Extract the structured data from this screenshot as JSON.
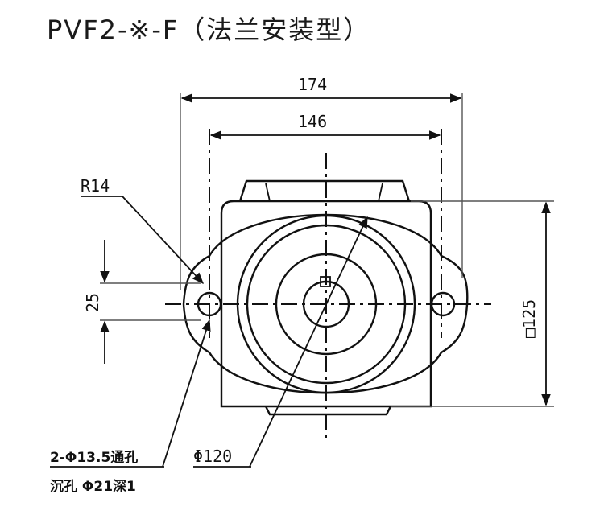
{
  "title": "PVF2-※-F（法兰安装型）",
  "dimensions": {
    "overall_width": "174",
    "bolt_spacing": "146",
    "radius": "R14",
    "hole_offset": "25",
    "body_size": "□125",
    "pilot_diameter": "Φ120"
  },
  "notes": {
    "hole_line1": "2-Φ13.5通孔",
    "hole_line2": "沉孔 Φ21深1"
  }
}
